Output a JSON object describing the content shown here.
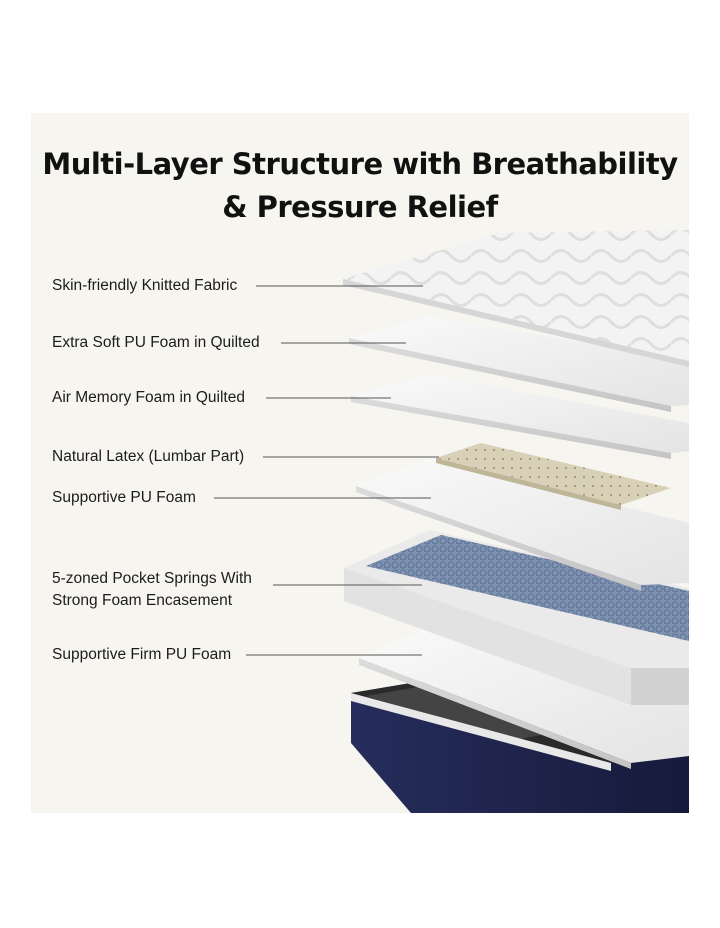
{
  "title": {
    "line1": "Multi-Layer Structure with Breathability",
    "line2": "& Pressure Relief"
  },
  "layers": [
    {
      "label": "Skin-friendly Knitted Fabric"
    },
    {
      "label": "Extra Soft PU Foam in Quilted"
    },
    {
      "label": "Air Memory Foam in Quilted"
    },
    {
      "label": "Natural Latex (Lumbar Part)"
    },
    {
      "label": "Supportive PU Foam"
    },
    {
      "label": "5-zoned Pocket Springs With",
      "label_line2": "Strong Foam Encasement"
    },
    {
      "label": "Supportive Firm PU Foam"
    }
  ],
  "colors": {
    "background": "#f7f5ef",
    "fabric": "#f2f2f2",
    "foam": "#f0f0f0",
    "latex": "#d9d0b8",
    "springs": "#7f93b3",
    "base_cover": "#1f2550"
  }
}
